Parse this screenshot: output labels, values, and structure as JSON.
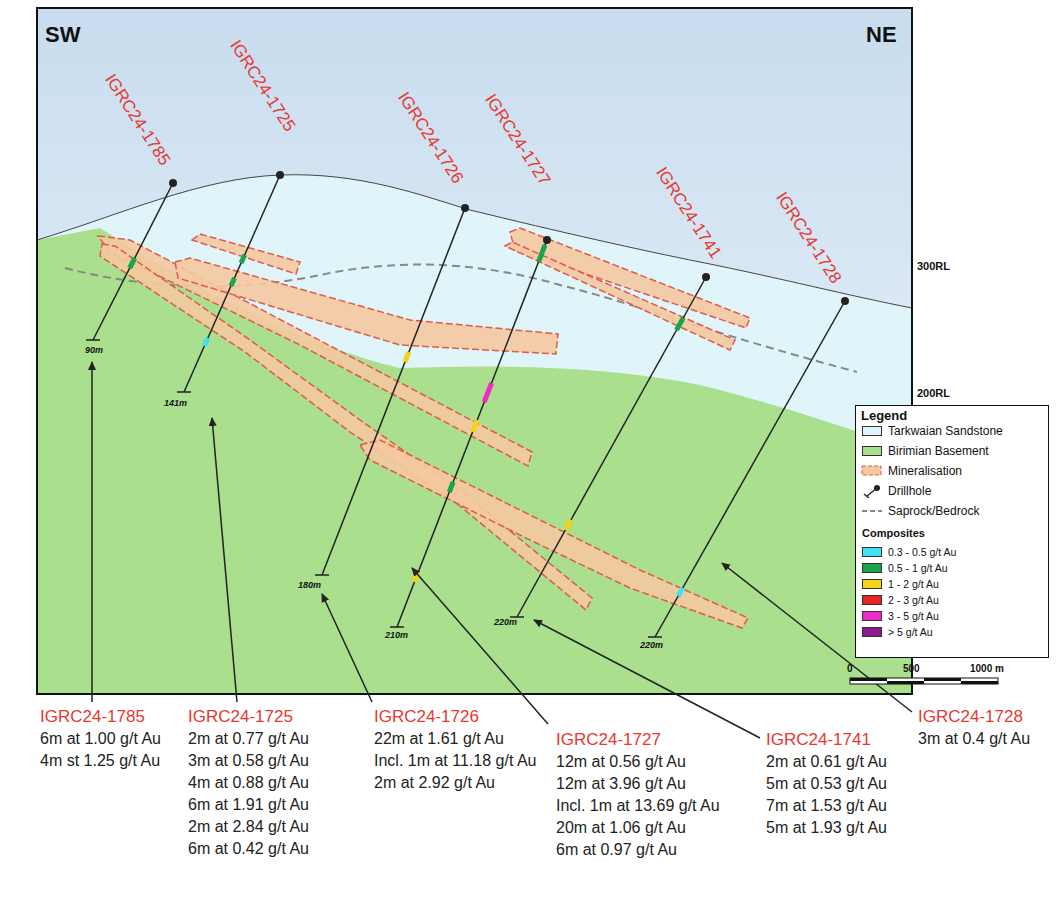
{
  "diagram": {
    "labels": [
      "IGRC24-1785",
      "IGRC24-1725",
      "IGRC24-1726",
      "IGRC24-1727",
      "IGRC24-1741",
      "IGRC24-1728",
      "SW",
      "NE",
      "300RL",
      "200RL",
      "90m",
      "141m",
      "180m",
      "210m",
      "220m",
      "220m",
      "IGRC24-1785",
      "6m at 1.00 g/t Au",
      "4m st 1.25 g/t Au",
      "IGRC24-1725",
      "2m at 0.77 g/t Au",
      "3m at 0.58 g/t Au",
      "4m at 0.88 g/t Au",
      "6m at 1.91 g/t Au",
      "2m at 2.84 g/t Au",
      "6m at 0.42 g/t Au",
      "IGRC24-1726",
      "22m at 1.61 g/t Au",
      "Incl. 1m at 11.18 g/t Au",
      "2m at 2.92 g/t Au",
      "IGRC24-1727",
      "12m at 0.56 g/t Au",
      "12m at 3.96 g/t Au",
      "Incl. 1m at 13.69 g/t Au",
      "20m at 1.06 g/t Au",
      "6m at 0.97 g/t Au",
      "IGRC24-1741",
      "2m at 0.61 g/t Au",
      "5m at 0.53 g/t Au",
      "7m at 1.53 g/t Au",
      "5m at 1.93 g/t Au",
      "IGRC24-1728",
      "3m at 0.4 g/t Au",
      "Legend",
      "Composites",
      "0",
      "500",
      "1000 m"
    ],
    "legend": [
      {
        "text": "Tarkwaian Sandstone",
        "color": "#e0f5fa"
      },
      {
        "text": "Birimian Basement",
        "color": "#a9df8d"
      },
      {
        "text": "Mineralisation"
      },
      {
        "text": "Drillhole"
      },
      {
        "text": "Saprock/Bedrock"
      },
      {
        "text": "0.3 - 0.5 g/t Au",
        "color": "#3fe3f0"
      },
      {
        "text": "0.5 - 1 g/t Au",
        "color": "#19a64a"
      },
      {
        "text": "1 - 2 g/t Au",
        "color": "#f5d21b"
      },
      {
        "text": "2 - 3 g/t Au",
        "color": "#e8262a"
      },
      {
        "text": "3 - 5 g/t Au",
        "color": "#ee2dc8"
      },
      {
        "text": "> 5 g/t Au",
        "color": "#8e1a8e"
      }
    ]
  }
}
